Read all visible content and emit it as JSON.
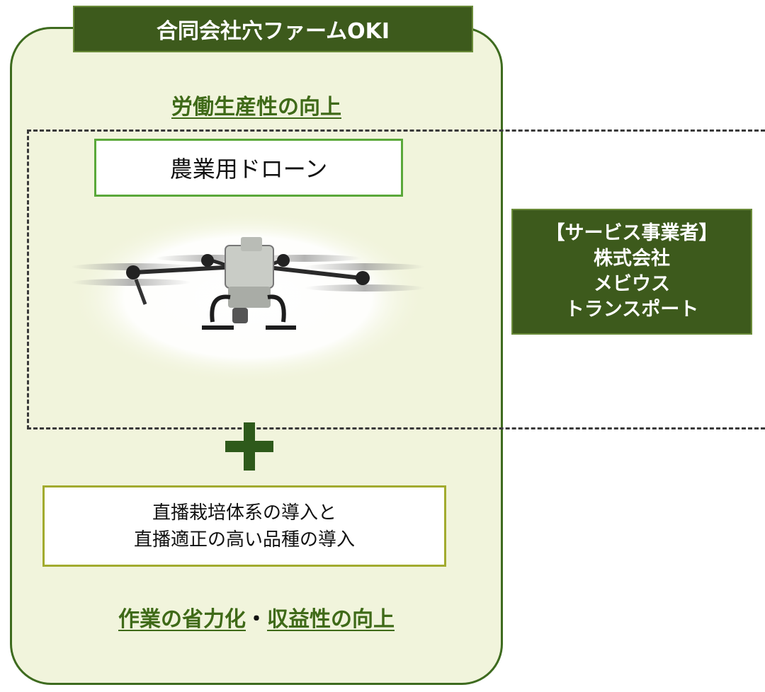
{
  "header": {
    "title": "合同会社穴ファームOKI"
  },
  "headings": {
    "top": "労働生産性の向上",
    "bottom_part1": "作業の省力化",
    "bottom_sep": "・",
    "bottom_part2": "収益性の向上"
  },
  "drone": {
    "label": "農業用ドローン"
  },
  "method": {
    "line1": "直播栽培体系の導入と",
    "line2": "直播適正の高い品種の導入"
  },
  "service": {
    "line1": "【サービス事業者】",
    "line2": "株式会社",
    "line3": "メビウス",
    "line4": "トランスポート"
  },
  "colors": {
    "card_bg": "#f1f4dc",
    "dark_green": "#3d5a1c",
    "heading_green": "#3f6a18",
    "drone_border": "#5aa83a",
    "method_border": "#a2ab2f"
  }
}
